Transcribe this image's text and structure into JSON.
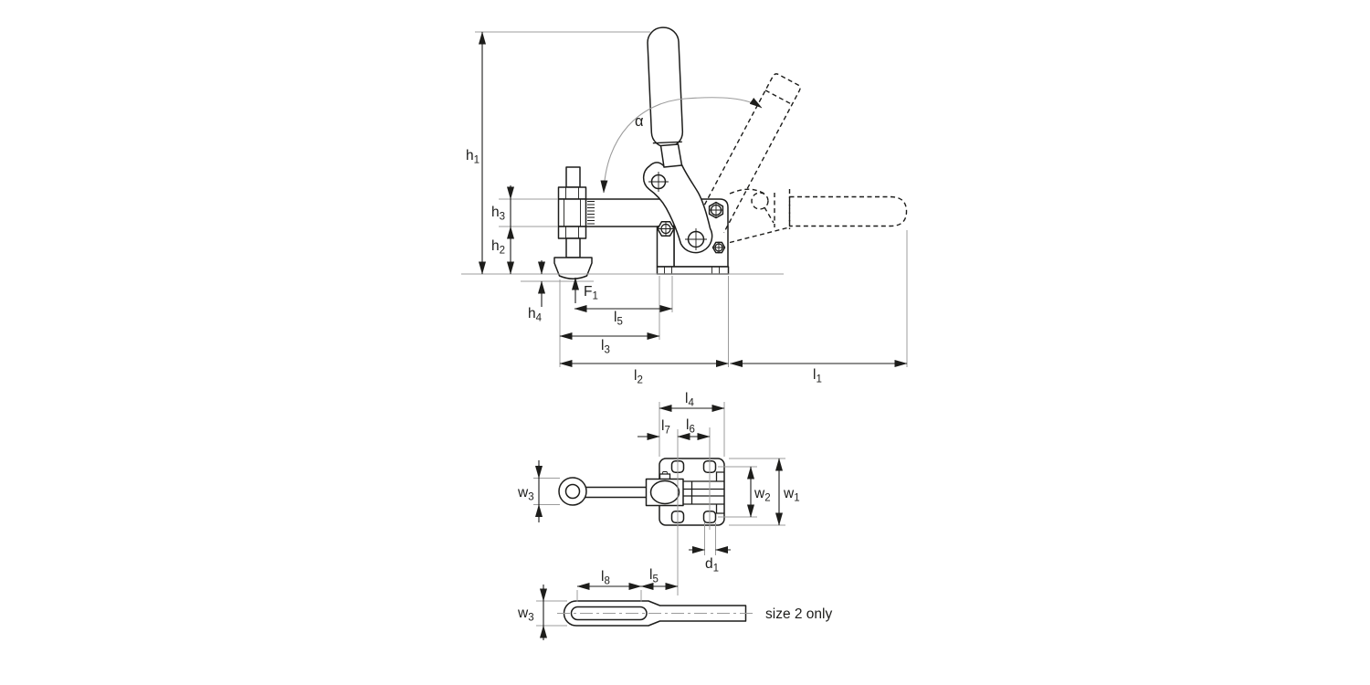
{
  "colors": {
    "background": "#ffffff",
    "outline": "#1d1d1b",
    "extension_line": "#9c9c9c"
  },
  "note": {
    "size_restriction": "size 2 only"
  },
  "labels": {
    "h1": {
      "base": "h",
      "sub": "1"
    },
    "h2": {
      "base": "h",
      "sub": "2"
    },
    "h3": {
      "base": "h",
      "sub": "3"
    },
    "h4": {
      "base": "h",
      "sub": "4"
    },
    "F1": {
      "base": "F",
      "sub": "1"
    },
    "l1": {
      "base": "l",
      "sub": "1"
    },
    "l2": {
      "base": "l",
      "sub": "2"
    },
    "l3": {
      "base": "l",
      "sub": "3"
    },
    "l4": {
      "base": "l",
      "sub": "4"
    },
    "l5": {
      "base": "l",
      "sub": "5"
    },
    "l6": {
      "base": "l",
      "sub": "6"
    },
    "l7": {
      "base": "l",
      "sub": "7"
    },
    "l8": {
      "base": "l",
      "sub": "8"
    },
    "w1": {
      "base": "w",
      "sub": "1"
    },
    "w2": {
      "base": "w",
      "sub": "2"
    },
    "w3": {
      "base": "w",
      "sub": "3"
    },
    "d1": {
      "base": "d",
      "sub": "1"
    },
    "alpha": {
      "base": "α",
      "sub": ""
    }
  }
}
